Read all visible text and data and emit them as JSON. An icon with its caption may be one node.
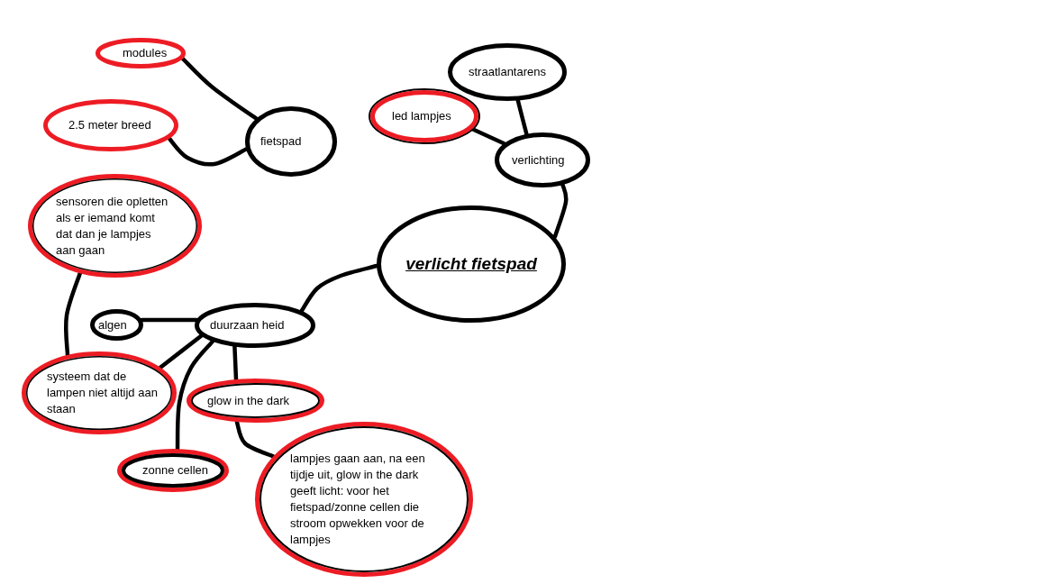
{
  "diagram": {
    "nodes": [
      {
        "text": [
          "modules"
        ]
      },
      {
        "text": [
          "straatlantarens"
        ]
      },
      {
        "text": [
          "led lampjes"
        ]
      },
      {
        "text": [
          "2.5 meter breed"
        ]
      },
      {
        "text": [
          "fietspad"
        ]
      },
      {
        "text": [
          "verlichting"
        ]
      },
      {
        "text": [
          "sensoren die opletten als er iemand komt dat dan je lampjes aan gaan"
        ]
      },
      {
        "text": [
          "verlicht fietspad"
        ]
      },
      {
        "text": [
          "algen"
        ]
      },
      {
        "text": [
          "duurzaan heid"
        ]
      },
      {
        "text": [
          "systeem dat de lampen niet altijd aan staan"
        ]
      },
      {
        "text": [
          "glow in the dark"
        ]
      },
      {
        "text": [
          "zonne cellen"
        ]
      },
      {
        "text": [
          "lampjes gaan aan, na een tijdje uit, glow in the dark geeft licht: voor het fietspad/zonne cellen die stroom opwekken voor de lampjes"
        ]
      }
    ],
    "edges": [
      {
        "from": 0,
        "to": 4,
        "arrow": "none"
      },
      {
        "from": 3,
        "to": 4,
        "arrow": "none"
      },
      {
        "from": 1,
        "to": 5,
        "arrow": "none"
      },
      {
        "from": 2,
        "to": 5,
        "arrow": "none"
      },
      {
        "from": 5,
        "to": 7,
        "arrow": "none"
      },
      {
        "from": 9,
        "to": 7,
        "arrow": "none"
      },
      {
        "from": 8,
        "to": 9,
        "arrow": "none"
      },
      {
        "from": 6,
        "to": 10,
        "arrow": "none"
      },
      {
        "from": 10,
        "to": 9,
        "arrow": "none"
      },
      {
        "from": 12,
        "to": 9,
        "arrow": "none"
      },
      {
        "from": 11,
        "to": 9,
        "arrow": "none"
      },
      {
        "from": 11,
        "to": 13,
        "arrow": "none"
      }
    ]
  }
}
